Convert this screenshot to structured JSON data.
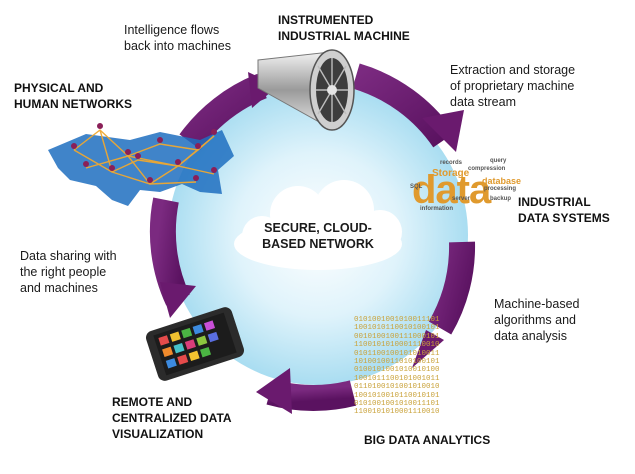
{
  "center": {
    "label": "SECURE, CLOUD-\nBASED NETWORK"
  },
  "nodes": {
    "instrumented": "INSTRUMENTED\nINDUSTRIAL MACHINE",
    "data_systems": "INDUSTRIAL\nDATA SYSTEMS",
    "big_data": "BIG DATA ANALYTICS",
    "visualization": "REMOTE AND\nCENTRALIZED DATA\nVISUALIZATION",
    "networks": "PHYSICAL AND\nHUMAN NETWORKS"
  },
  "flows": {
    "intelligence": "Intelligence flows\nback into machines",
    "extraction": "Extraction and storage\nof proprietary machine\ndata stream",
    "algorithms": "Machine-based\nalgorithms and\ndata analysis",
    "sharing": "Data sharing with\nthe right people\nand machines"
  },
  "wordcloud": {
    "main": "data",
    "words": [
      "Storage",
      "database",
      "compression",
      "query",
      "records",
      "processing",
      "SQL",
      "server",
      "information",
      "backup"
    ]
  },
  "binary": "0101001001010011101\n1001010110010100101\n0010100100111000101\n1100101010001110010\n0101100100101010011\n1010010011010100101\n0100101001010010100\n1001011100101001011\n0110100101001010010\n1001010010110010101\n0101001001010011101\n1100101010001110010",
  "colors": {
    "ring": "#6a1a6e",
    "ring_light": "#8a3a8a",
    "map": "#1f6fc0",
    "node_orange": "#e09a2e"
  }
}
